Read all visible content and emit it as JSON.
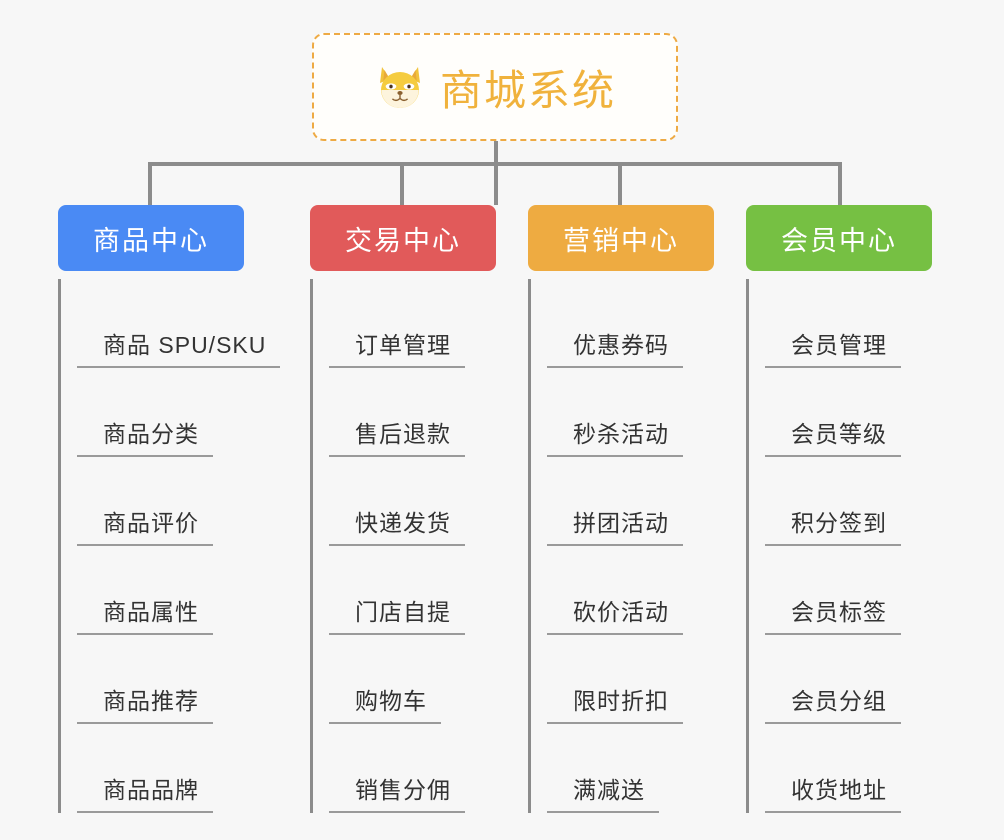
{
  "background_color": "#f7f7f7",
  "root": {
    "icon": "shiba-dog-face-icon",
    "icon_glyph": "🐶",
    "title": "商城系统",
    "title_color": "#f0b23c",
    "border_color": "#eeaa44",
    "border_style": "dashed"
  },
  "connector_color": "#8c8c8c",
  "branches": [
    {
      "label": "商品中心",
      "color": "#4a8af4",
      "items": [
        "商品 SPU/SKU",
        "商品分类",
        "商品评价",
        "商品属性",
        "商品推荐",
        "商品品牌"
      ]
    },
    {
      "label": "交易中心",
      "color": "#e15a5a",
      "items": [
        "订单管理",
        "售后退款",
        "快递发货",
        "门店自提",
        "购物车",
        "销售分佣"
      ]
    },
    {
      "label": "营销中心",
      "color": "#eeab41",
      "items": [
        "优惠券码",
        "秒杀活动",
        "拼团活动",
        "砍价活动",
        "限时折扣",
        "满减送"
      ]
    },
    {
      "label": "会员中心",
      "color": "#76c043",
      "items": [
        "会员管理",
        "会员等级",
        "积分签到",
        "会员标签",
        "会员分组",
        "收货地址"
      ]
    }
  ]
}
